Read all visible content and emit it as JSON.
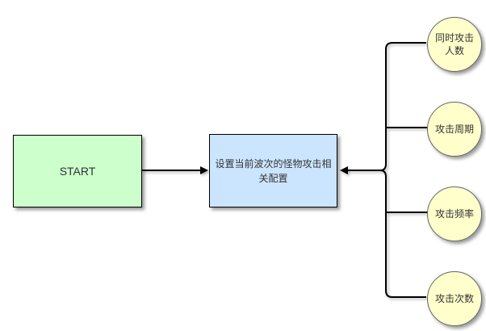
{
  "diagram": {
    "title": "monster-attack-config-flowchart",
    "start_node": {
      "label": "START"
    },
    "process_node": {
      "label": "设置当前波次的怪物攻击相关配置"
    },
    "config_nodes": [
      {
        "label": "同时攻击人数"
      },
      {
        "label": "攻击周期"
      },
      {
        "label": "攻击频率"
      },
      {
        "label": "攻击次数"
      }
    ],
    "colors": {
      "start_fill": "#ccffcc",
      "process_fill": "#cce5ff",
      "config_fill": "#ffffcc",
      "line": "#000000",
      "text": "#333333"
    }
  }
}
